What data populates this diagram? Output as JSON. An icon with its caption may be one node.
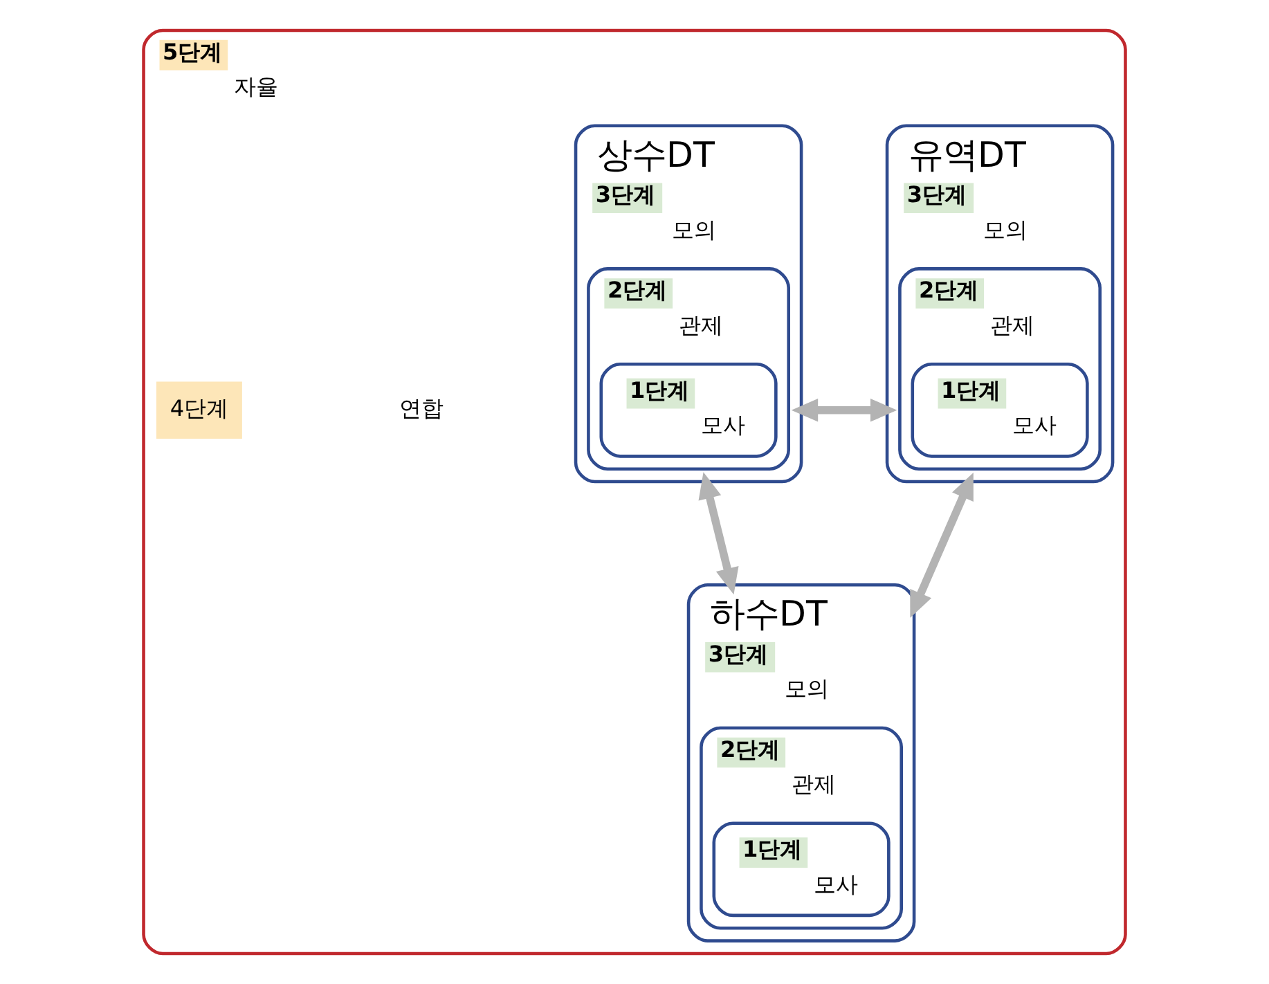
{
  "diagram": {
    "nodes": [
      {
        "text": [
          "5단계",
          "자율"
        ]
      },
      {
        "text": [
          "유역DT",
          "3단계",
          "모의"
        ],
        "in": 0
      },
      {
        "text": [
          "2단계",
          "관제"
        ],
        "in": 1
      },
      {
        "text": [
          "1단계",
          "모사"
        ],
        "in": 2
      },
      {
        "text": [
          "상수DT",
          "3단계",
          "모의"
        ],
        "in": 0
      },
      {
        "text": [
          "2단계",
          "관제"
        ],
        "in": 4
      },
      {
        "text": [
          "1단계",
          "모사"
        ],
        "in": 5
      },
      {
        "text": [
          "하수DT",
          "3단계",
          "모의"
        ],
        "in": 0
      },
      {
        "text": [
          "2단계",
          "관제"
        ],
        "in": 7
      },
      {
        "text": [
          "1단계",
          "모사"
        ],
        "in": 8
      }
    ],
    "edges": [
      {
        "from": 1,
        "to": 4,
        "arrow": "both"
      },
      {
        "from": 1,
        "to": 7,
        "arrow": "both"
      },
      {
        "from": 4,
        "to": 7,
        "arrow": "both"
      }
    ],
    "labels": [
      "4단계",
      "연합"
    ]
  }
}
